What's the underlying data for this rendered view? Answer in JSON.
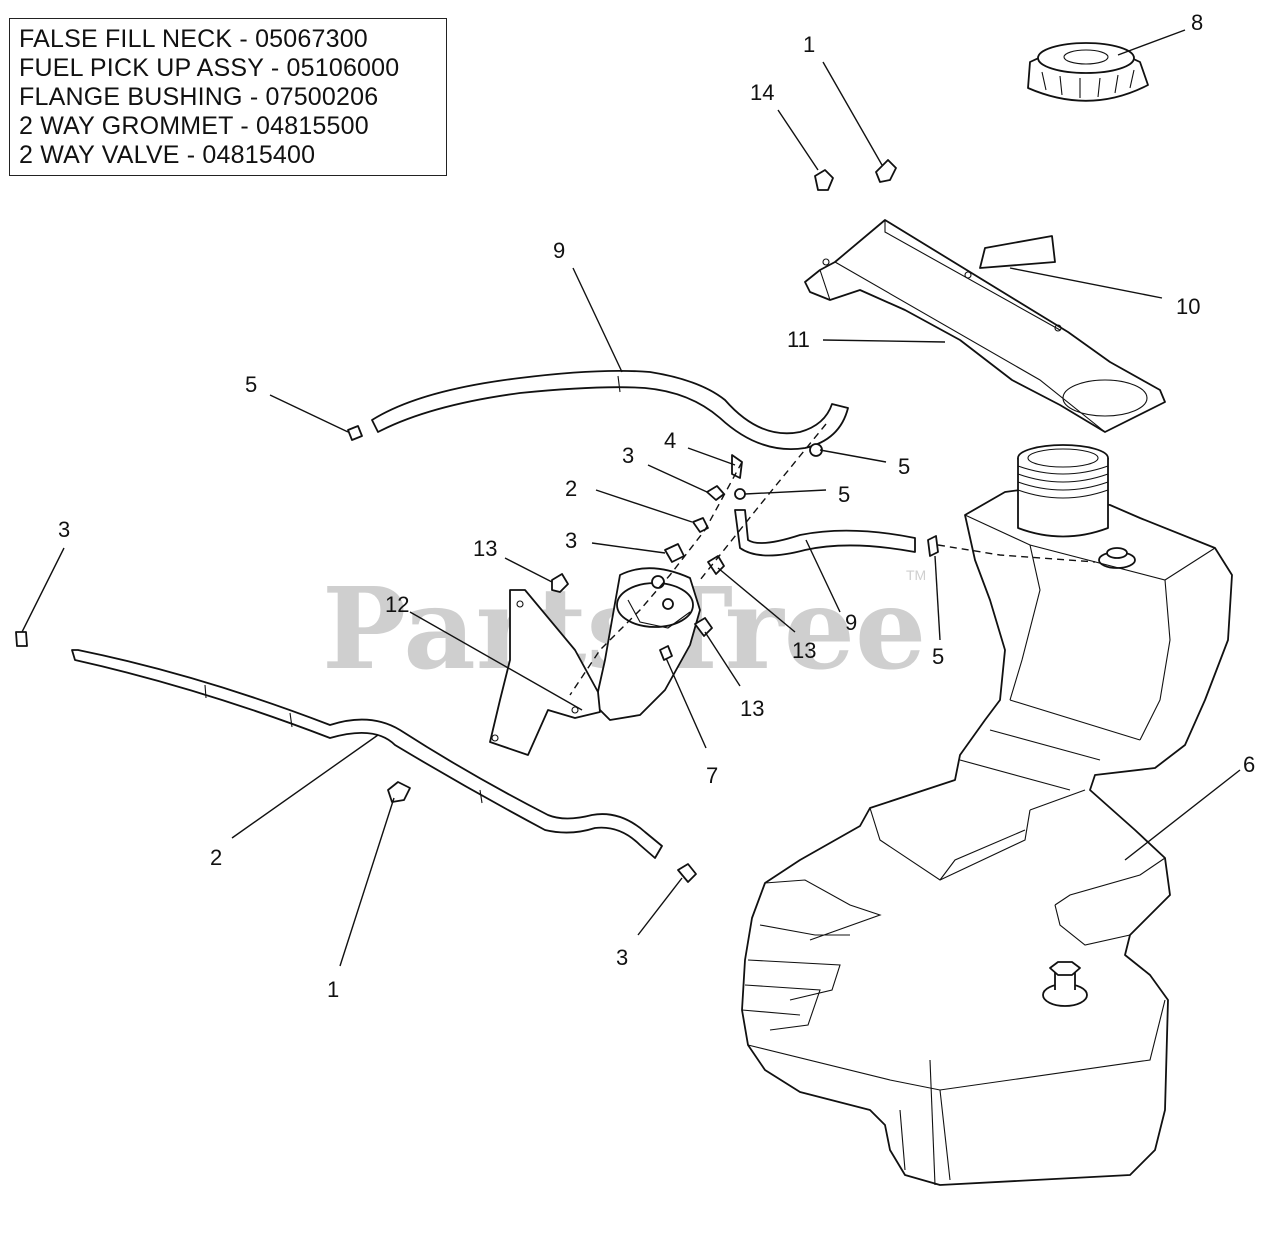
{
  "legend": {
    "lines": [
      "FALSE FILL NECK - 05067300",
      "FUEL PICK UP ASSY - 05106000",
      "FLANGE BUSHING - 07500206",
      "2 WAY GROMMET - 04815500",
      "2 WAY VALVE - 04815400"
    ]
  },
  "watermark": {
    "text": "PartsTree",
    "tm": "TM"
  },
  "callouts": {
    "c1_top": "1",
    "c14": "14",
    "c8": "8",
    "c10": "10",
    "c11": "11",
    "c9_top": "9",
    "c5_left": "5",
    "c4": "4",
    "c3_mid": "3",
    "c5_mid_a": "5",
    "c2_mid": "2",
    "c5_mid_b": "5",
    "c3_mid_b": "3",
    "c13_left": "13",
    "c3_left": "3",
    "c12": "12",
    "c13_right_a": "13",
    "c9_right": "9",
    "c5_right": "5",
    "c13_right_b": "13",
    "c7": "7",
    "c6": "6",
    "c2_bottom": "2",
    "c1_bottom": "1",
    "c3_bottom": "3"
  }
}
